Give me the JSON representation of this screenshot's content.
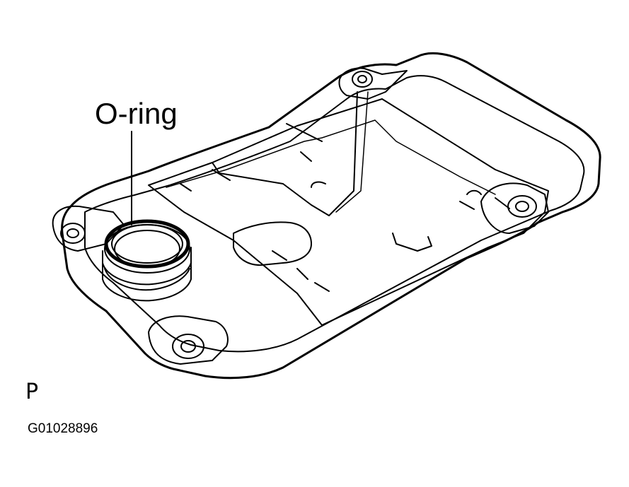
{
  "figure": {
    "callout_label": "O-ring",
    "view_letter": "P",
    "figure_code": "G01028896"
  }
}
